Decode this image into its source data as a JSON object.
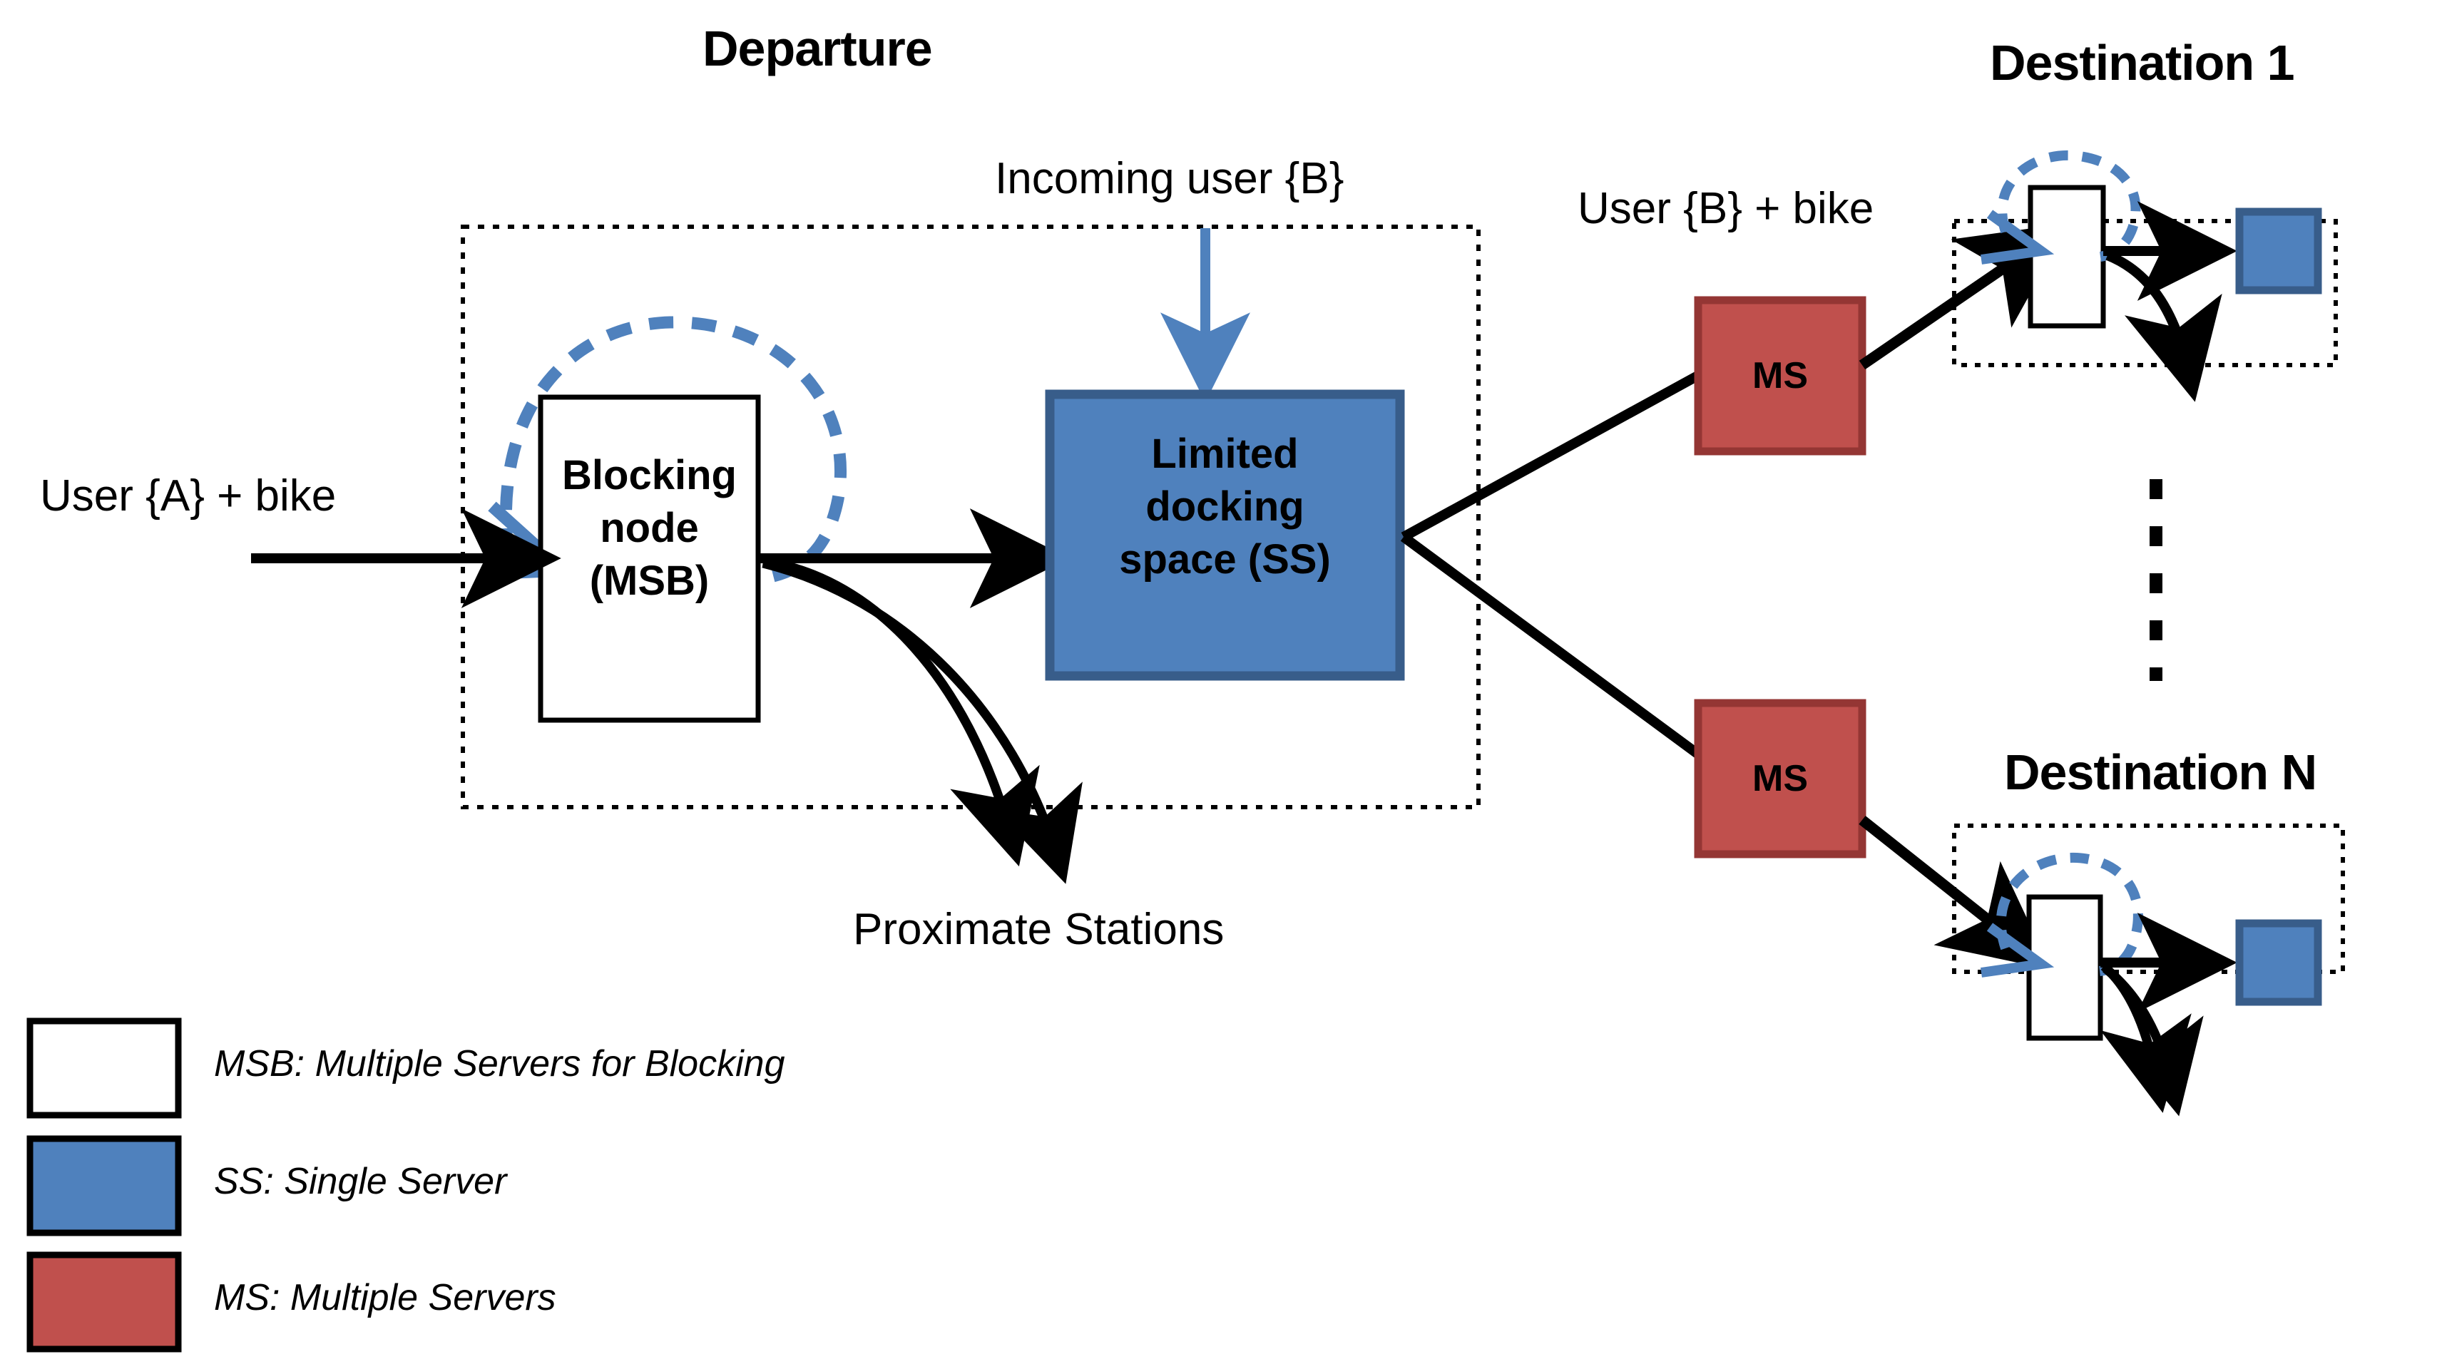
{
  "diagram": {
    "title_departure": "Departure",
    "title_destination_1": "Destination 1",
    "title_destination_n": "Destination N",
    "label_user_a": "User {A} + bike",
    "label_incoming_user_b": "Incoming user {B}",
    "label_user_b": "User {B} + bike",
    "label_proximate_stations": "Proximate Stations",
    "blocking_node": {
      "line1": "Blocking",
      "line2": "node",
      "line3": "(MSB)"
    },
    "docking": {
      "line1": "Limited",
      "line2": "docking",
      "line3": "space (SS)"
    },
    "ms_top_label": "MS",
    "ms_bottom_label": "MS",
    "ellipsis": "vertical-dashed-ellipsis"
  },
  "legend": {
    "items": [
      {
        "swatch": "white",
        "abbr": "MSB",
        "sep": ": ",
        "full_html": "Multiple Servers for Blocking",
        "text": "MSB: Multiple Servers for Blocking"
      },
      {
        "swatch": "blue",
        "abbr": "SS",
        "sep": ": ",
        "full_html": "Single Server",
        "text": "SS: Single Server"
      },
      {
        "swatch": "red",
        "abbr": "MS",
        "sep": ": ",
        "full_html": "Multiple Servers",
        "text": "MS: Multiple Servers"
      }
    ]
  },
  "colors": {
    "blue_fill": "#4F81BD",
    "blue_stroke": "#385D8A",
    "red_fill": "#C0504D",
    "red_stroke": "#943634",
    "black": "#000000",
    "white": "#FFFFFF",
    "loop_blue": "#4F81BD"
  }
}
